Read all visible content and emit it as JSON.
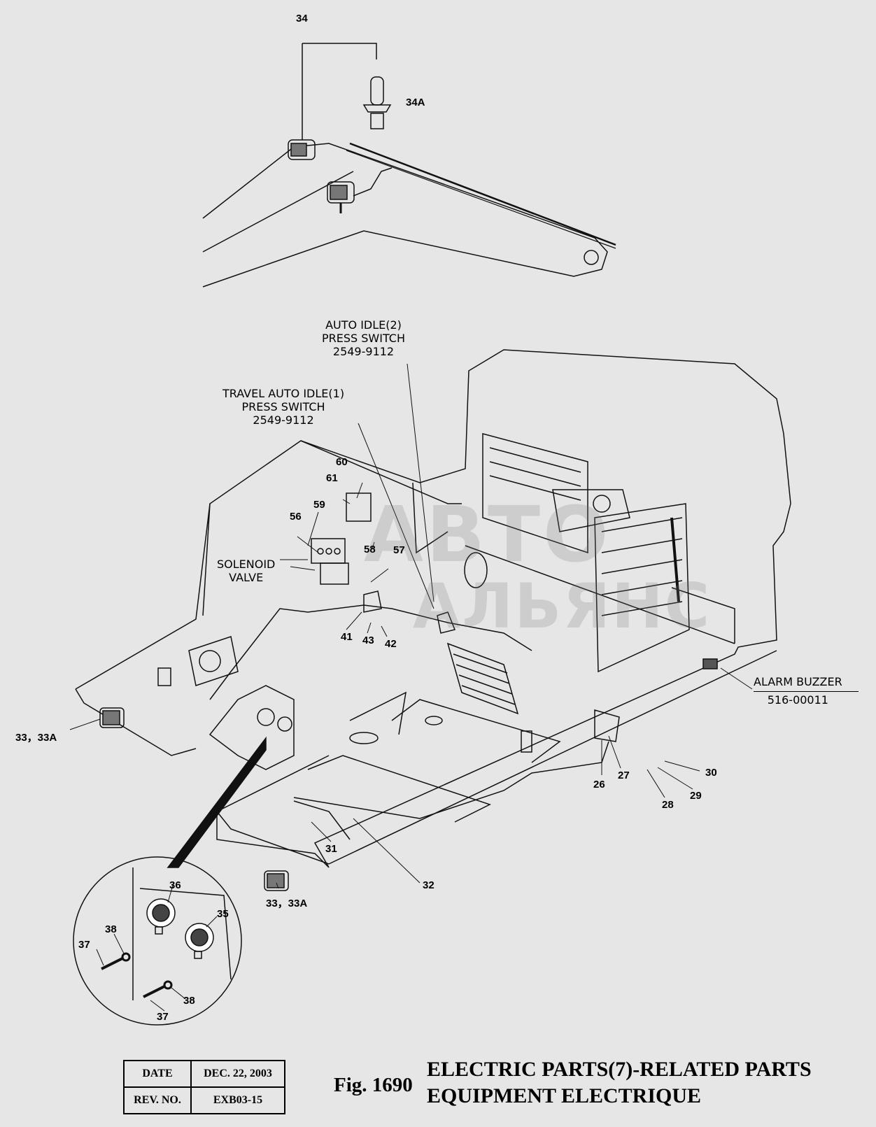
{
  "callouts": {
    "c34": "34",
    "c34a": "34A",
    "c60": "60",
    "c61": "61",
    "c59": "59",
    "c56": "56",
    "c58": "58",
    "c57": "57",
    "c41": "41",
    "c43": "43",
    "c42": "42",
    "c33a": "33，33A",
    "c33b": "33，33A",
    "c26": "26",
    "c27": "27",
    "c30": "30",
    "c28": "28",
    "c29": "29",
    "c31": "31",
    "c32": "32",
    "c36": "36",
    "c35": "35",
    "c38a": "38",
    "c37a": "37",
    "c38b": "38",
    "c37b": "37"
  },
  "notes": {
    "auto_idle": [
      "AUTO IDLE(2)",
      "PRESS SWITCH",
      "2549-9112"
    ],
    "travel_idle": [
      "TRAVEL AUTO IDLE(1)",
      "PRESS SWITCH",
      "2549-9112"
    ],
    "solenoid": [
      "SOLENOID",
      "VALVE"
    ],
    "alarm": [
      "ALARM BUZZER",
      "516-00011"
    ]
  },
  "title_block": {
    "date_label": "DATE",
    "date_value": "DEC. 22, 2003",
    "rev_label": "REV. NO.",
    "rev_value": "EXB03-15"
  },
  "figure": {
    "number": "Fig. 1690",
    "title_line1": "ELECTRIC PARTS(7)-RELATED PARTS",
    "title_line2": "EQUIPMENT ELECTRIQUE"
  },
  "watermark": {
    "line1": "АВТО",
    "line2": "АЛЬЯНС"
  }
}
